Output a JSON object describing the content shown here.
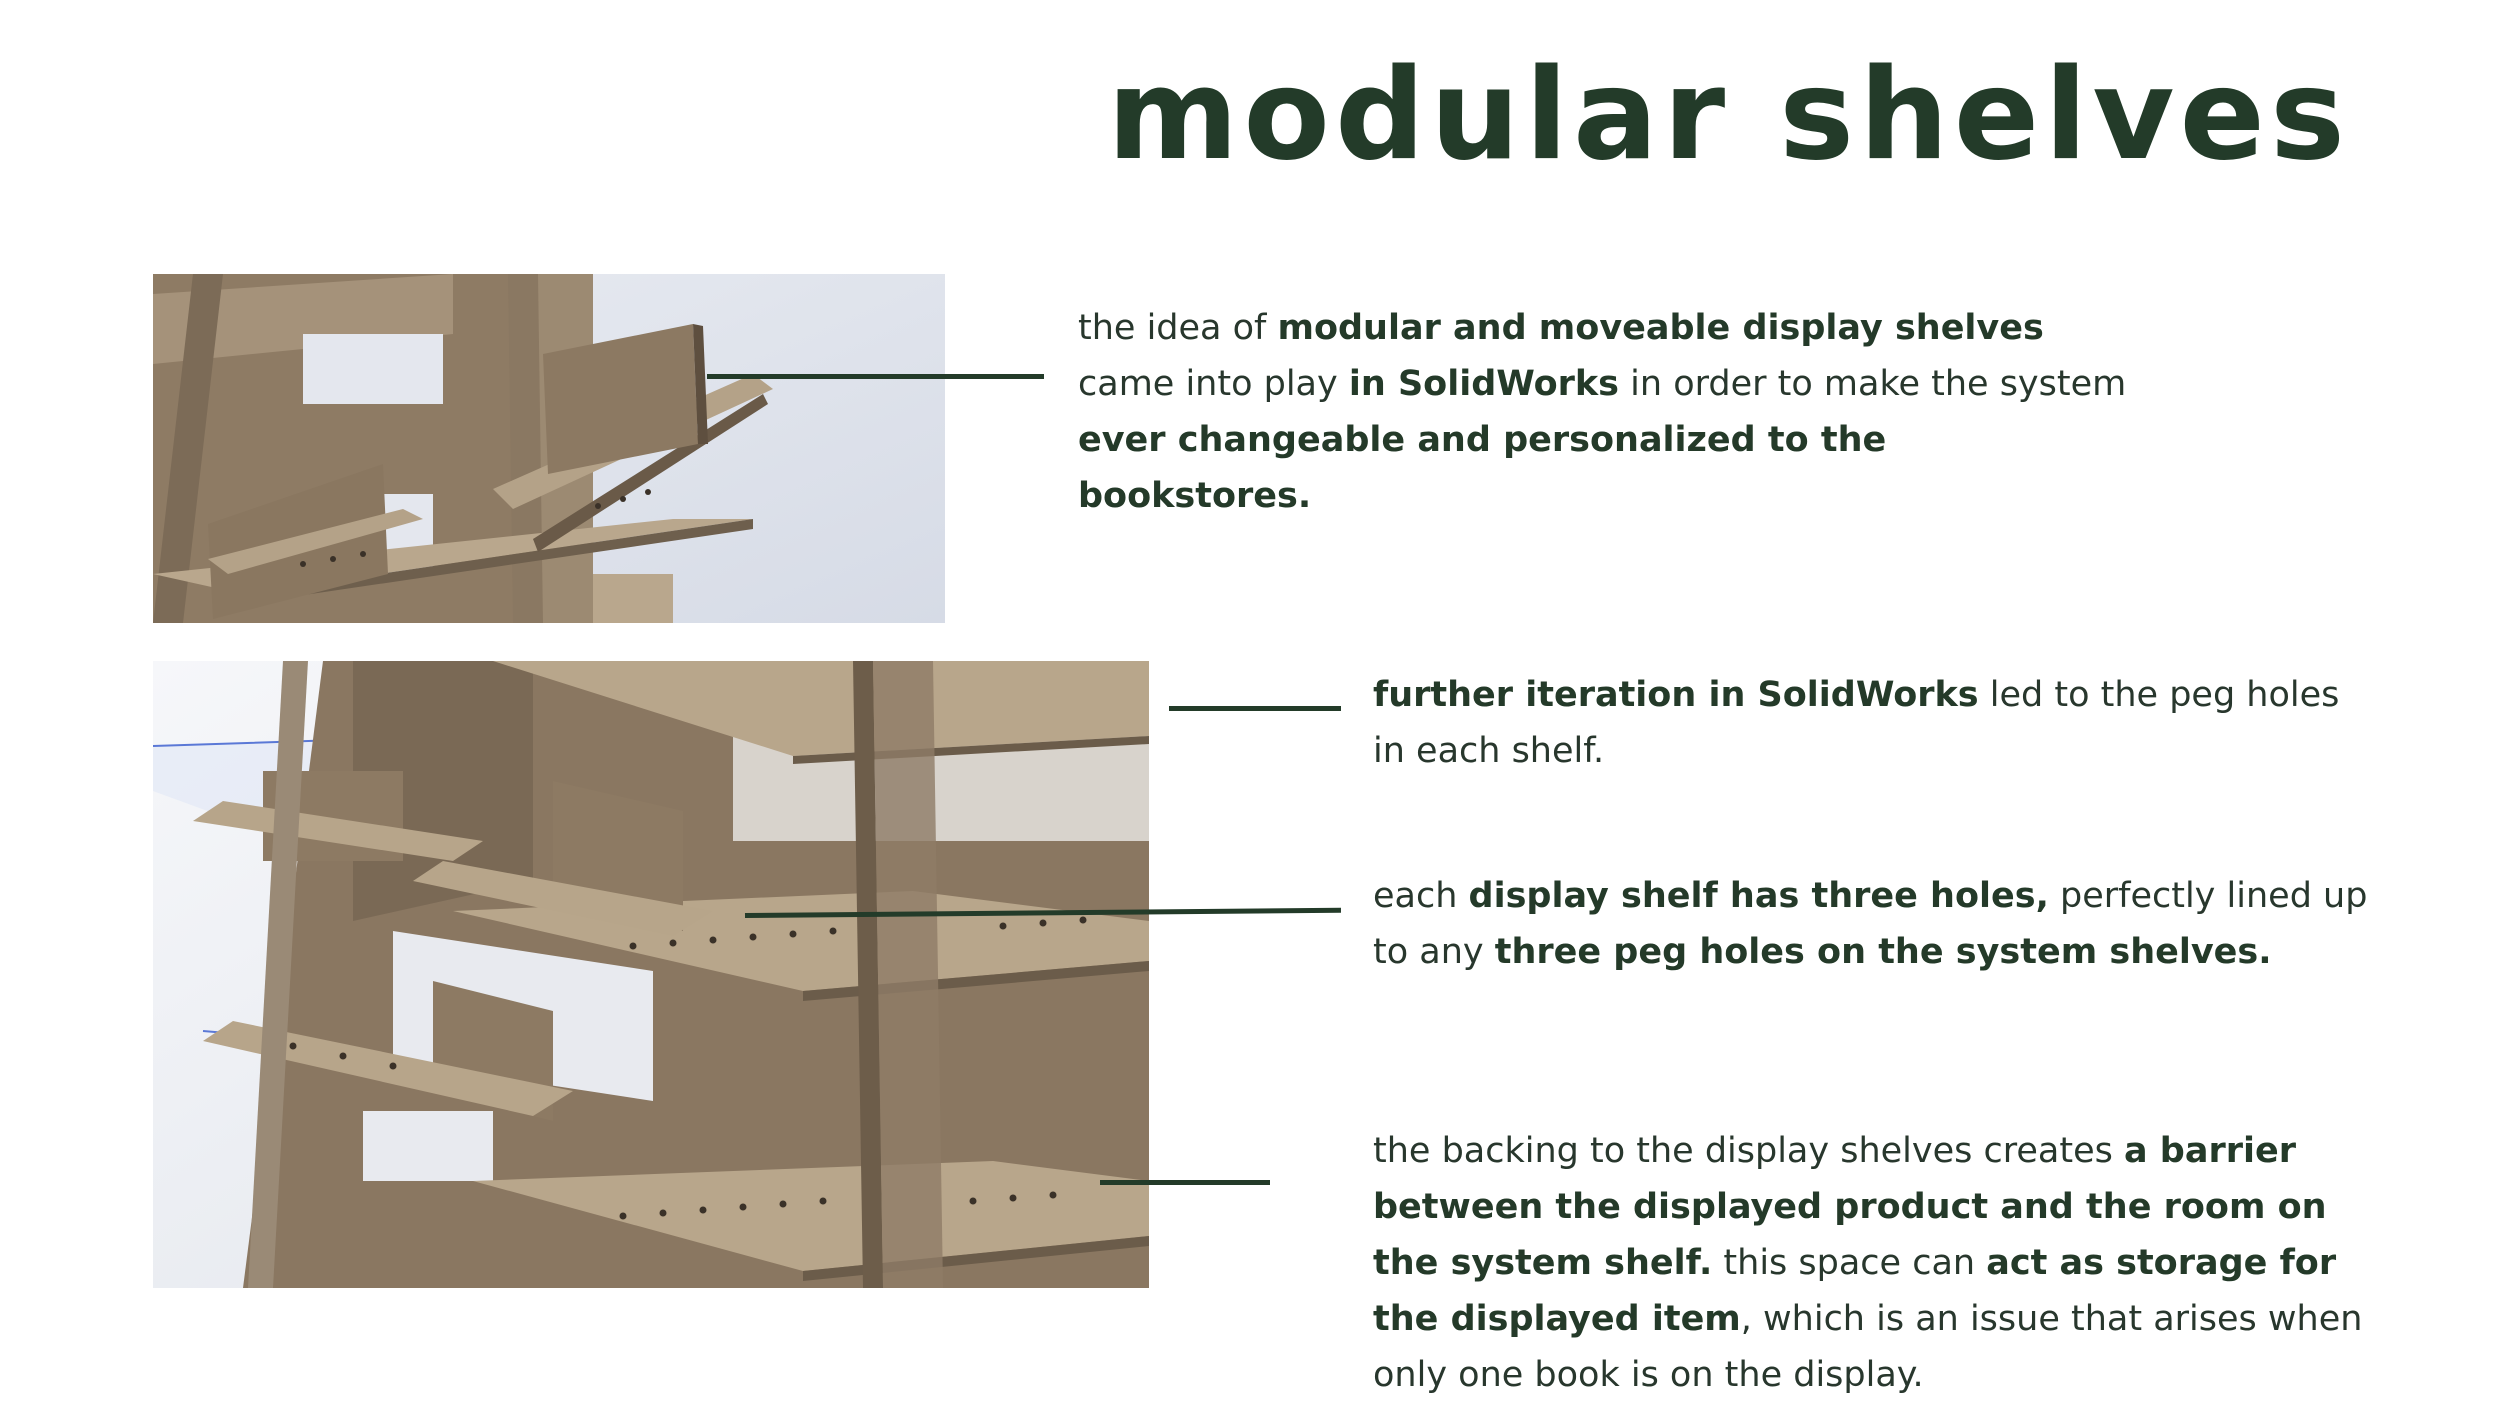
{
  "title": "modular shelves",
  "colors": {
    "accent": "#233b29",
    "text": "#28372d",
    "plywood": "#9b8870"
  },
  "images": [
    {
      "name": "solidworks-render-single-shelf"
    },
    {
      "name": "solidworks-render-peg-holes"
    }
  ],
  "paragraphs": [
    {
      "segments": [
        {
          "text": "the idea of ",
          "bold": false
        },
        {
          "text": "modular and moveable display shelves",
          "bold": true
        },
        {
          "text": " came into play ",
          "bold": false
        },
        {
          "text": "in SolidWorks",
          "bold": true
        },
        {
          "text": " in order to make the system ",
          "bold": false
        },
        {
          "text": "ever changeable and personalized to the bookstores.",
          "bold": true
        }
      ]
    },
    {
      "segments": [
        {
          "text": "further iteration in SolidWorks",
          "bold": true
        },
        {
          "text": " led to the peg holes in each shelf.",
          "bold": false
        }
      ]
    },
    {
      "segments": [
        {
          "text": "each ",
          "bold": false
        },
        {
          "text": "display shelf has three holes,",
          "bold": true
        },
        {
          "text": " perfectly lined up to any ",
          "bold": false
        },
        {
          "text": "three peg holes on the system shelves.",
          "bold": true
        }
      ]
    },
    {
      "segments": [
        {
          "text": "the backing to the display shelves creates ",
          "bold": false
        },
        {
          "text": "a barrier between the displayed product and the room on the system shelf.",
          "bold": true
        },
        {
          "text": " this space can ",
          "bold": false
        },
        {
          "text": "act as storage for the displayed item",
          "bold": true
        },
        {
          "text": ", which is an issue that arises when only one book is on the display.",
          "bold": false
        }
      ]
    }
  ]
}
